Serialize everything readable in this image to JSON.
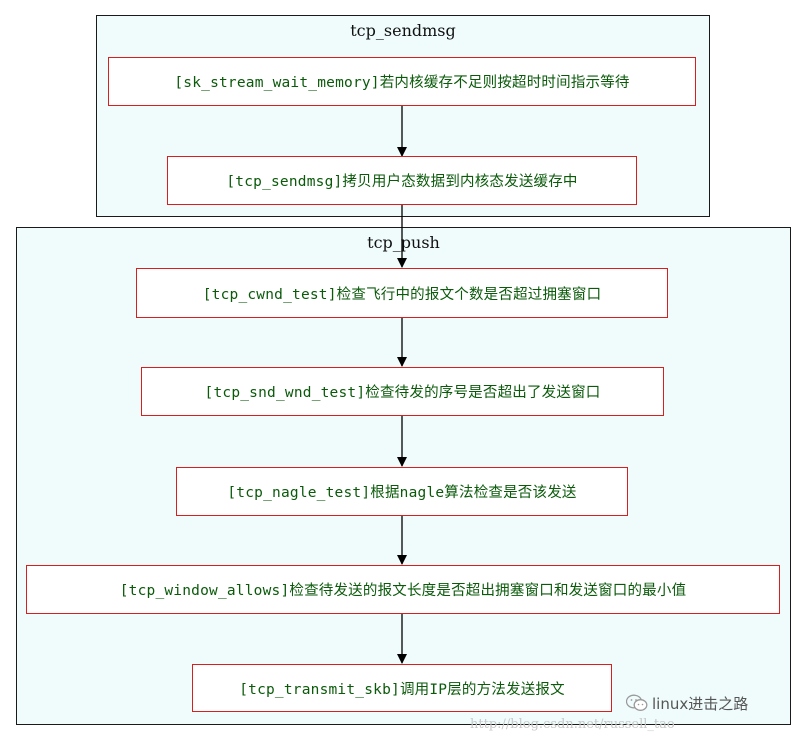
{
  "clusters": {
    "sendmsg": {
      "title": "tcp_sendmsg"
    },
    "push": {
      "title": "tcp_push"
    }
  },
  "nodes": {
    "wait_memory": "[sk_stream_wait_memory]若内核缓存不足则按超时时间指示等待",
    "copy_data": "[tcp_sendmsg]拷贝用户态数据到内核态发送缓存中",
    "cwnd_test": "[tcp_cwnd_test]检查飞行中的报文个数是否超过拥塞窗口",
    "snd_wnd_test": "[tcp_snd_wnd_test]检查待发的序号是否超出了发送窗口",
    "nagle_test": "[tcp_nagle_test]根据nagle算法检查是否该发送",
    "window_allows": "[tcp_window_allows]检查待发送的报文长度是否超出拥塞窗口和发送窗口的最小值",
    "transmit_skb": "[tcp_transmit_skb]调用IP层的方法发送报文"
  },
  "colors": {
    "cluster_fill": "#f0fcfc",
    "node_border": "#d62020",
    "node_text": "#0a5a0a",
    "edge": "#000000"
  },
  "watermark": {
    "brand": "linux进击之路",
    "logo_icon": "wechat-icon",
    "url": "http://blog.csdn.net/russell_tao"
  }
}
